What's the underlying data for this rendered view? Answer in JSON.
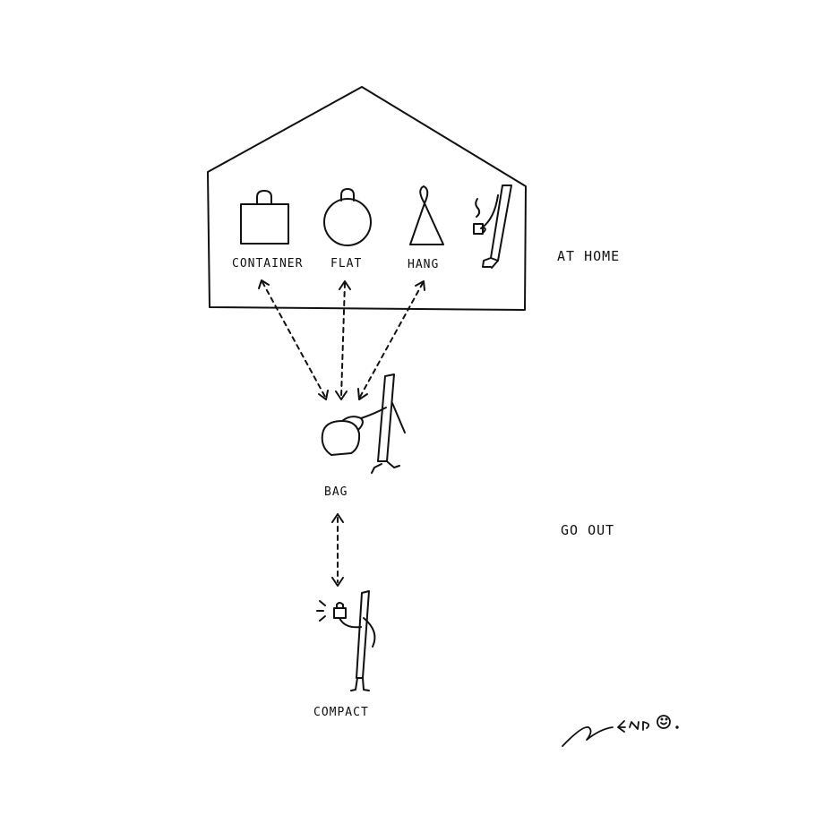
{
  "house": {
    "items": [
      {
        "label": "CONTAINER"
      },
      {
        "label": "FLAT"
      },
      {
        "label": "HANG"
      }
    ]
  },
  "labels": {
    "at_home": "AT HOME",
    "go_out": "GO OUT",
    "bag": "BAG",
    "compact": "COMPACT"
  },
  "colors": {
    "ink": "#111111",
    "background": "#ffffff"
  }
}
